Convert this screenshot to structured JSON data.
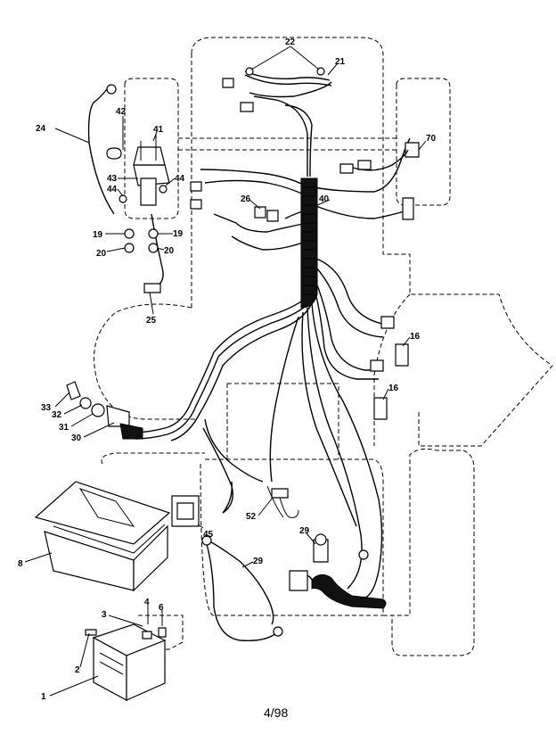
{
  "page_number": "4/98",
  "callouts": [
    {
      "id": "c22",
      "label": "22"
    },
    {
      "id": "c21",
      "label": "21"
    },
    {
      "id": "c70",
      "label": "70"
    },
    {
      "id": "c24",
      "label": "24"
    },
    {
      "id": "c42",
      "label": "42"
    },
    {
      "id": "c41",
      "label": "41"
    },
    {
      "id": "c43",
      "label": "43"
    },
    {
      "id": "c44a",
      "label": "44"
    },
    {
      "id": "c44b",
      "label": "44"
    },
    {
      "id": "c40",
      "label": "40"
    },
    {
      "id": "c26",
      "label": "26"
    },
    {
      "id": "c19a",
      "label": "19"
    },
    {
      "id": "c19b",
      "label": "19"
    },
    {
      "id": "c20a",
      "label": "20"
    },
    {
      "id": "c20b",
      "label": "20"
    },
    {
      "id": "c25",
      "label": "25"
    },
    {
      "id": "c16a",
      "label": "16"
    },
    {
      "id": "c16b",
      "label": "16"
    },
    {
      "id": "c33",
      "label": "33"
    },
    {
      "id": "c32",
      "label": "32"
    },
    {
      "id": "c31",
      "label": "31"
    },
    {
      "id": "c30",
      "label": "30"
    },
    {
      "id": "c52",
      "label": "52"
    },
    {
      "id": "c45",
      "label": "45"
    },
    {
      "id": "c8",
      "label": "8"
    },
    {
      "id": "c29a",
      "label": "29"
    },
    {
      "id": "c29b",
      "label": "29"
    },
    {
      "id": "c3",
      "label": "3"
    },
    {
      "id": "c4",
      "label": "4"
    },
    {
      "id": "c6",
      "label": "6"
    },
    {
      "id": "c2",
      "label": "2"
    },
    {
      "id": "c1",
      "label": "1"
    }
  ]
}
